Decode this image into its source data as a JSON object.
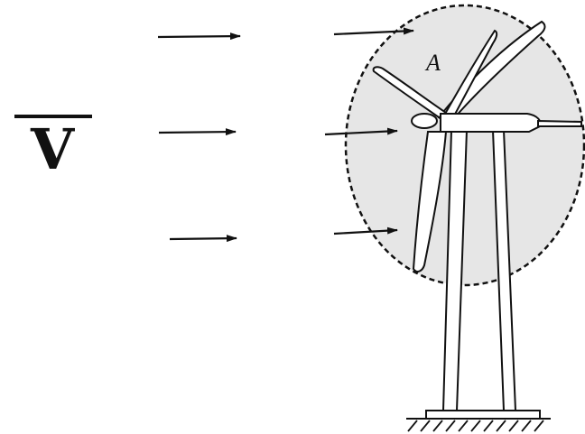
{
  "diagram": {
    "velocity_label": "V",
    "area_label": "A",
    "colors": {
      "ink": "#111111",
      "swept_area_fill": "#e6e6e6",
      "background": "#ffffff"
    },
    "icons": {
      "wind_arrows": "arrow-right",
      "turbine": "wind-turbine",
      "ground": "hatched-ground"
    }
  }
}
